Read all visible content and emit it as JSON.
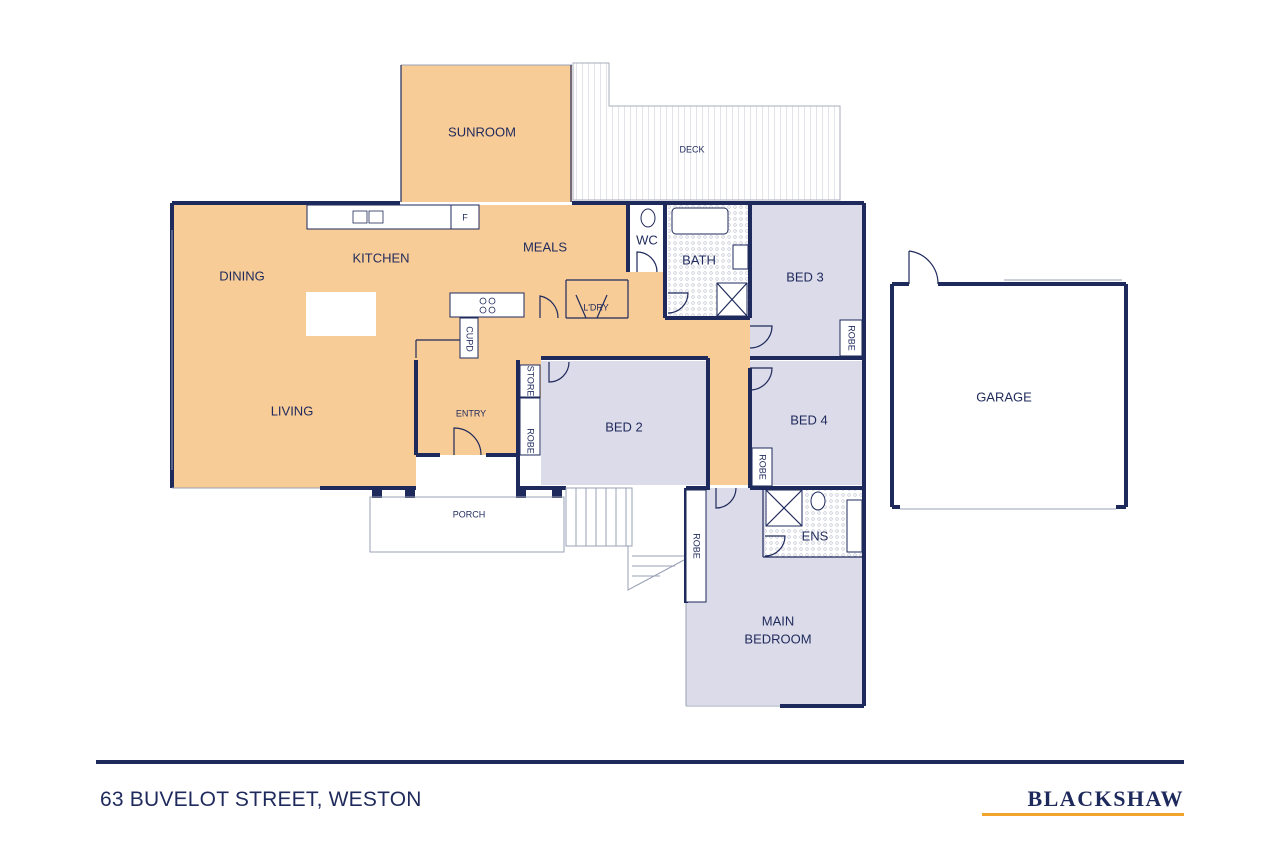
{
  "rooms": {
    "sunroom": "SUNROOM",
    "deck": "DECK",
    "dining": "DINING",
    "kitchen": "KITCHEN",
    "meals": "MEALS",
    "wc": "WC",
    "bath": "BATH",
    "bed3": "BED 3",
    "laundry": "L'DRY",
    "cupboard": "CUPD",
    "living": "LIVING",
    "store": "STORE",
    "entry": "ENTRY",
    "bed2": "BED 2",
    "bed4": "BED 4",
    "robe_bed3": "ROBE",
    "robe_bed2": "ROBE",
    "robe_bed4": "ROBE",
    "robe_main": "ROBE",
    "porch": "PORCH",
    "ensuite": "ENS",
    "main_bedroom_line1": "MAIN",
    "main_bedroom_line2": "BEDROOM",
    "garage": "GARAGE",
    "fridge": "F"
  },
  "colors": {
    "living_zone": "#f8cc97",
    "bedroom_zone": "#dcdbe9",
    "wall": "#1f2a5c",
    "brand_accent": "#f2a32b"
  },
  "footer": {
    "address": "63 BUVELOT STREET, WESTON",
    "brand": "BLACKSHAW"
  }
}
